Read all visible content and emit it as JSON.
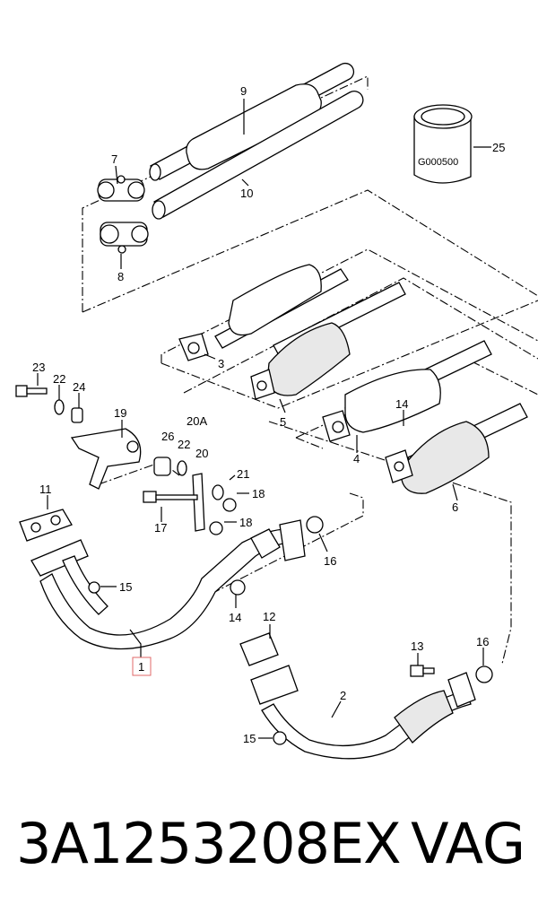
{
  "callouts": {
    "c9": "9",
    "c7": "7",
    "c10": "10",
    "c8": "8",
    "c25": "25",
    "c3": "3",
    "c5": "5",
    "c23": "23",
    "c22a": "22",
    "c24": "24",
    "c19": "19",
    "c20A": "20A",
    "c26": "26",
    "c22b": "22",
    "c20": "20",
    "c14a": "14",
    "c4": "4",
    "c6": "6",
    "c21": "21",
    "c18a": "18",
    "c11": "11",
    "c17": "17",
    "c18b": "18",
    "c16a": "16",
    "c15a": "15",
    "c14b": "14",
    "c1": "1",
    "c12": "12",
    "c13": "13",
    "c16b": "16",
    "c2": "2",
    "c15b": "15"
  },
  "product_label": "G000500",
  "footer": {
    "part_number": "3A1253208EX",
    "brand": "VAG"
  },
  "colors": {
    "highlight": "#e06a6a",
    "ink": "#000000"
  }
}
